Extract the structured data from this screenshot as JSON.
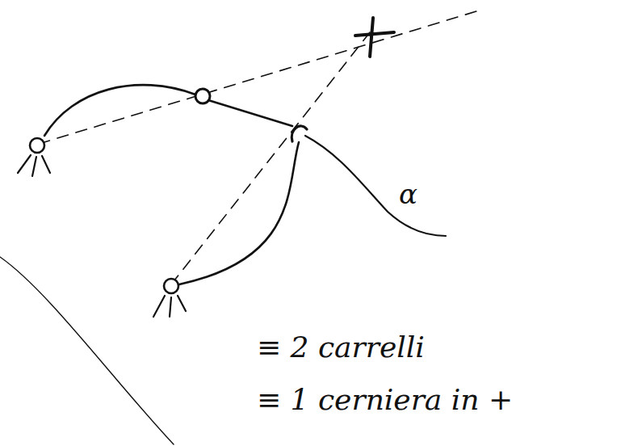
{
  "diagram": {
    "labels": [
      "α",
      "≡ 2 carrelli",
      "≡ 1 cerniera in +"
    ]
  }
}
